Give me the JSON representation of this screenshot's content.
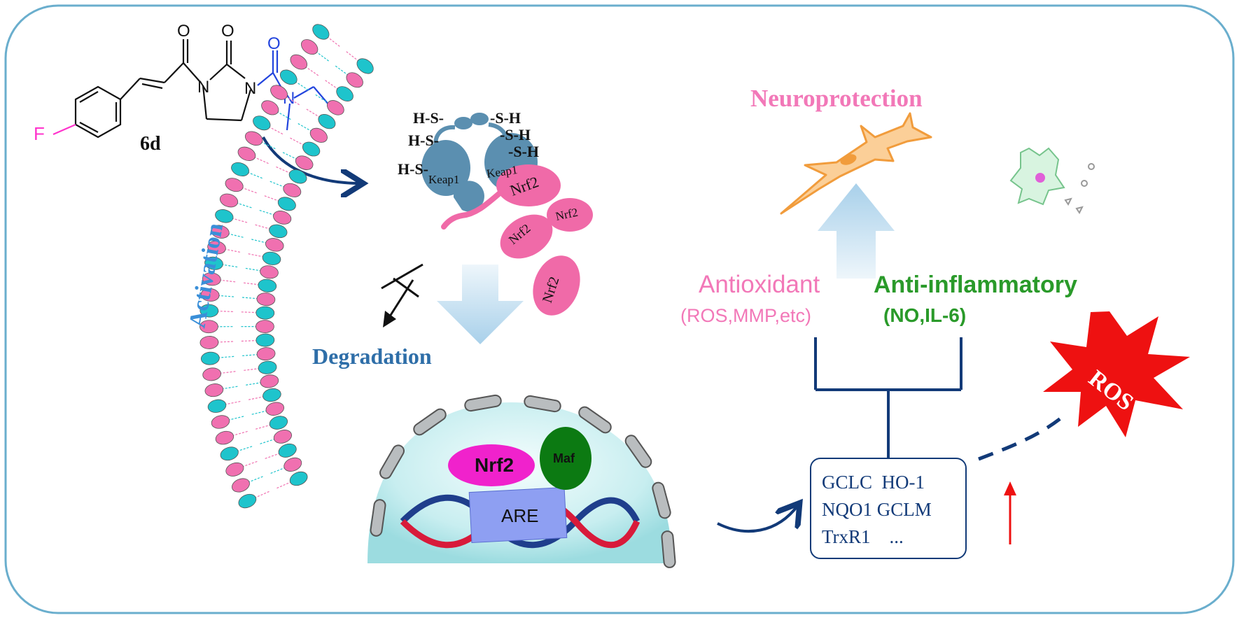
{
  "compound": {
    "label": "6d",
    "fluorine": "F",
    "o1": "O",
    "o2": "O",
    "n1": "N",
    "n2": "N",
    "n3": "N"
  },
  "membrane": {
    "label": "Activation"
  },
  "keap": {
    "sh": [
      "H-S-",
      "H-S-",
      "H-S-",
      "-S-H",
      "-S-H",
      "-S-H"
    ],
    "keap1_left": "Keap1",
    "keap1_right": "Keap1",
    "nrf2_bound": "Nrf2"
  },
  "free_nrf2": [
    "Nrf2",
    "Nrf2",
    "Nrf2"
  ],
  "degradation": "Degradation",
  "nucleus": {
    "nrf2": "Nrf2",
    "maf": "Maf",
    "are": "ARE"
  },
  "genes": {
    "row1": "GCLC  HO-1",
    "row2": "NQO1 GCLM",
    "row3": "TrxR1    ..."
  },
  "effects": {
    "neuroprotection": "Neuroprotection",
    "antioxidant": "Antioxidant",
    "antioxidant_sub": "(ROS,MMP,etc)",
    "antiinflammatory": "Anti-inflammatory",
    "antiinflammatory_sub": "(NO,IL-6)"
  },
  "ros": "ROS",
  "colors": {
    "frame": "#6aaecd",
    "pink": "#f070b0",
    "cyan": "#1ec4cc",
    "navy": "#123a78",
    "steel": "#5b8fb0",
    "green": "#2a9a2a",
    "degradation_blue": "#2e6ea8",
    "red": "#ee1111"
  }
}
